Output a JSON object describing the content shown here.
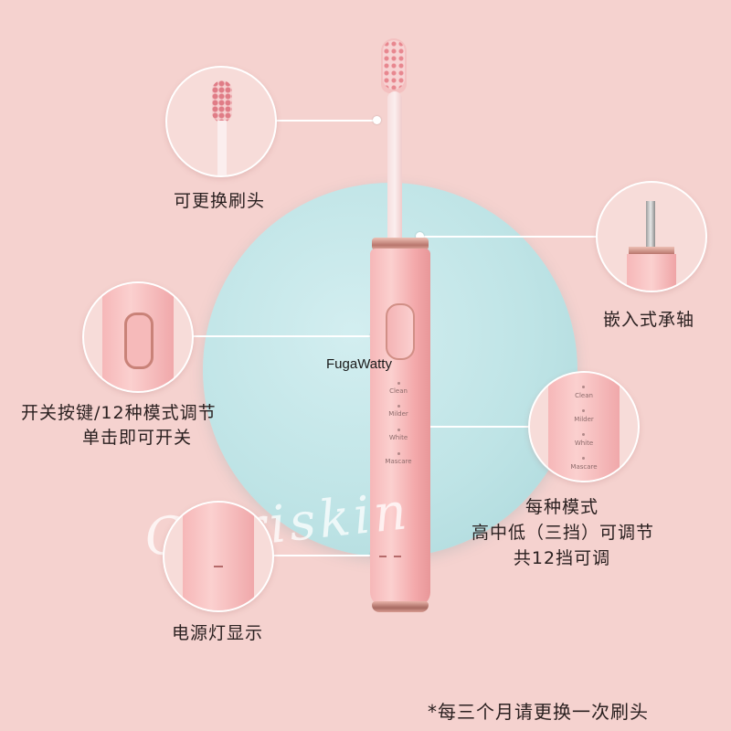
{
  "brand": "FugaWatty",
  "script_text": "Clariskin",
  "labels": {
    "brush_head": "可更换刷头",
    "shaft": "嵌入式承轴",
    "button_line1": "开关按键/12种模式调节",
    "button_line2": "单击即可开关",
    "modes_line1": "每种模式",
    "modes_line2": "高中低（三挡）可调节",
    "modes_line3": "共12挡可调",
    "power": "电源灯显示"
  },
  "modes": [
    "Clean",
    "Milder",
    "White",
    "Mascare"
  ],
  "footnote": "*每三个月请更换一次刷头",
  "colors": {
    "background": "#f5d2cf",
    "teal_circle": "#bfe4e6",
    "handle": "#f2a6a8",
    "rose_gold": "#d8998f"
  }
}
